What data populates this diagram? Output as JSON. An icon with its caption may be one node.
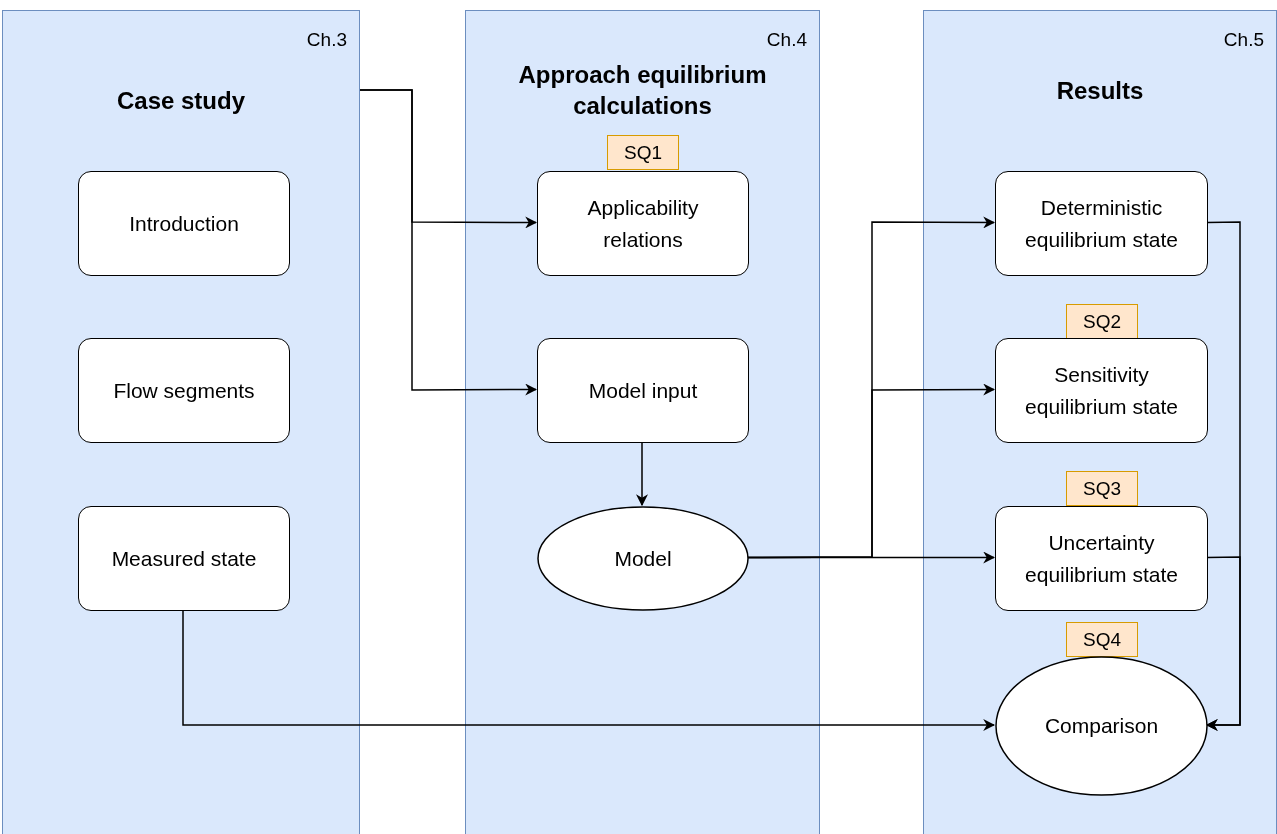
{
  "diagram": {
    "nodes": [
      {
        "text": [
          "Ch.3",
          "Case study"
        ]
      },
      {
        "text": [
          "Introduction"
        ],
        "in": 0
      },
      {
        "text": [
          "Flow segments"
        ],
        "in": 0
      },
      {
        "text": [
          "Measured state"
        ],
        "in": 0
      },
      {
        "text": [
          "Ch.4",
          "Approach equilibrium calculations"
        ]
      },
      {
        "text": [
          "SQ1"
        ],
        "in": 4
      },
      {
        "text": [
          "Applicability relations"
        ],
        "in": 4
      },
      {
        "text": [
          "Model input"
        ],
        "in": 4
      },
      {
        "text": [
          "Model"
        ],
        "in": 4
      },
      {
        "text": [
          "Ch.5",
          "Results"
        ]
      },
      {
        "text": [
          "Deterministic equilibrium state"
        ],
        "in": 9
      },
      {
        "text": [
          "SQ2"
        ],
        "in": 9
      },
      {
        "text": [
          "Sensitivity equilibrium state"
        ],
        "in": 9
      },
      {
        "text": [
          "SQ3"
        ],
        "in": 9
      },
      {
        "text": [
          "Uncertainty equilibrium state"
        ],
        "in": 9
      },
      {
        "text": [
          "SQ4"
        ],
        "in": 9
      },
      {
        "text": [
          "Comparison"
        ],
        "in": 9
      }
    ],
    "edges": [
      {
        "from": 0,
        "to": 6,
        "arrow": "to"
      },
      {
        "from": 0,
        "to": 7,
        "arrow": "to"
      },
      {
        "from": 7,
        "to": 8,
        "arrow": "to"
      },
      {
        "from": 8,
        "to": 10,
        "arrow": "to"
      },
      {
        "from": 8,
        "to": 12,
        "arrow": "to"
      },
      {
        "from": 8,
        "to": 14,
        "arrow": "to"
      },
      {
        "from": 10,
        "to": 16,
        "arrow": "to"
      },
      {
        "from": 14,
        "to": 16,
        "arrow": "to"
      },
      {
        "from": 3,
        "to": 16,
        "arrow": "to"
      }
    ]
  }
}
